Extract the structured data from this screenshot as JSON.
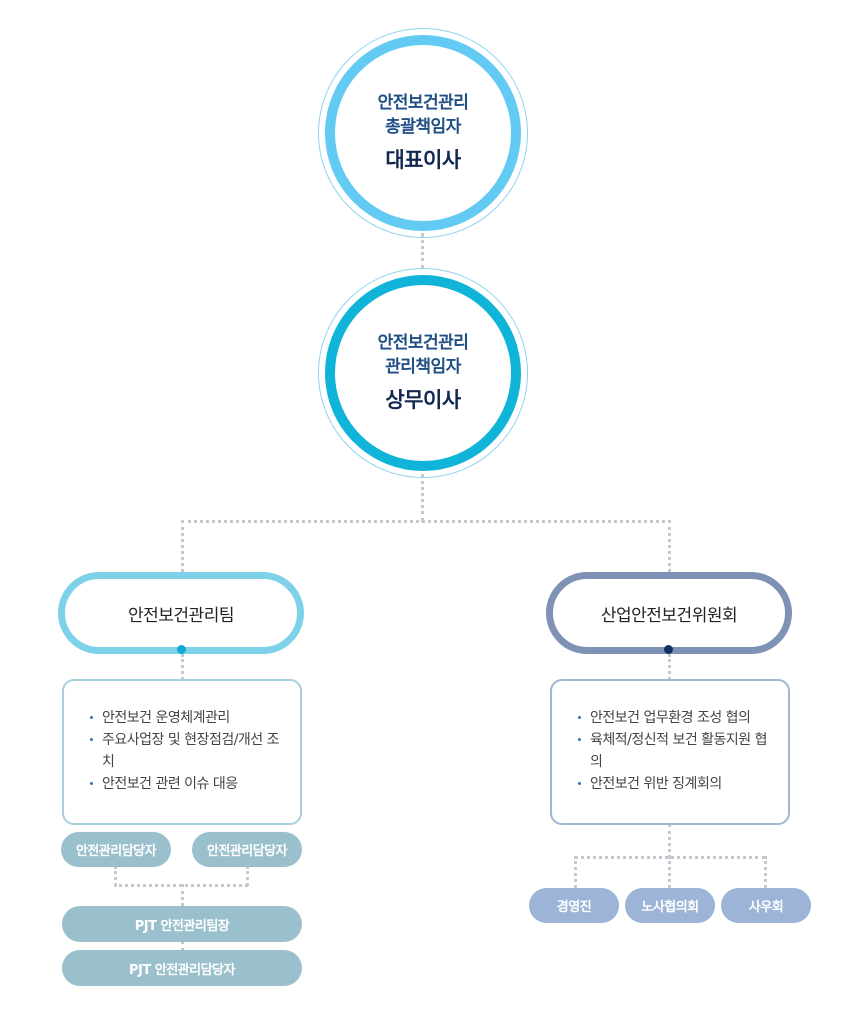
{
  "ceo": {
    "line1": "안전보건관리",
    "line2": "총괄책임자",
    "title": "대표이사"
  },
  "director": {
    "line1": "안전보건관리",
    "line2": "관리책임자",
    "title": "상무이사"
  },
  "colors": {
    "ceo_ring": "#63cbf3",
    "director_ring": "#10b4d9",
    "team_border": "#7dd2ea",
    "committee_border": "#7f92b6",
    "connector": "#c4c9cf"
  },
  "left": {
    "name": "안전보건관리팀",
    "duties": [
      "안전보건 운영체계관리",
      "주요사업장 및 현장점검/개선 조치",
      "안전보건 관련 이슈 대응"
    ],
    "managers": [
      "안전관리담당자",
      "안전관리담당자"
    ],
    "pjt_lead": "PJT 안전관리팀장",
    "pjt_staff": "PJT 안전관리담당자"
  },
  "right": {
    "name": "산업안전보건위원회",
    "duties": [
      "안전보건 업무환경 조성 협의",
      "육체적/정신적 보건 활동지원 협의",
      "안전보건 위반 징계회의"
    ],
    "members": [
      "경영진",
      "노사협의회",
      "사우회"
    ]
  }
}
